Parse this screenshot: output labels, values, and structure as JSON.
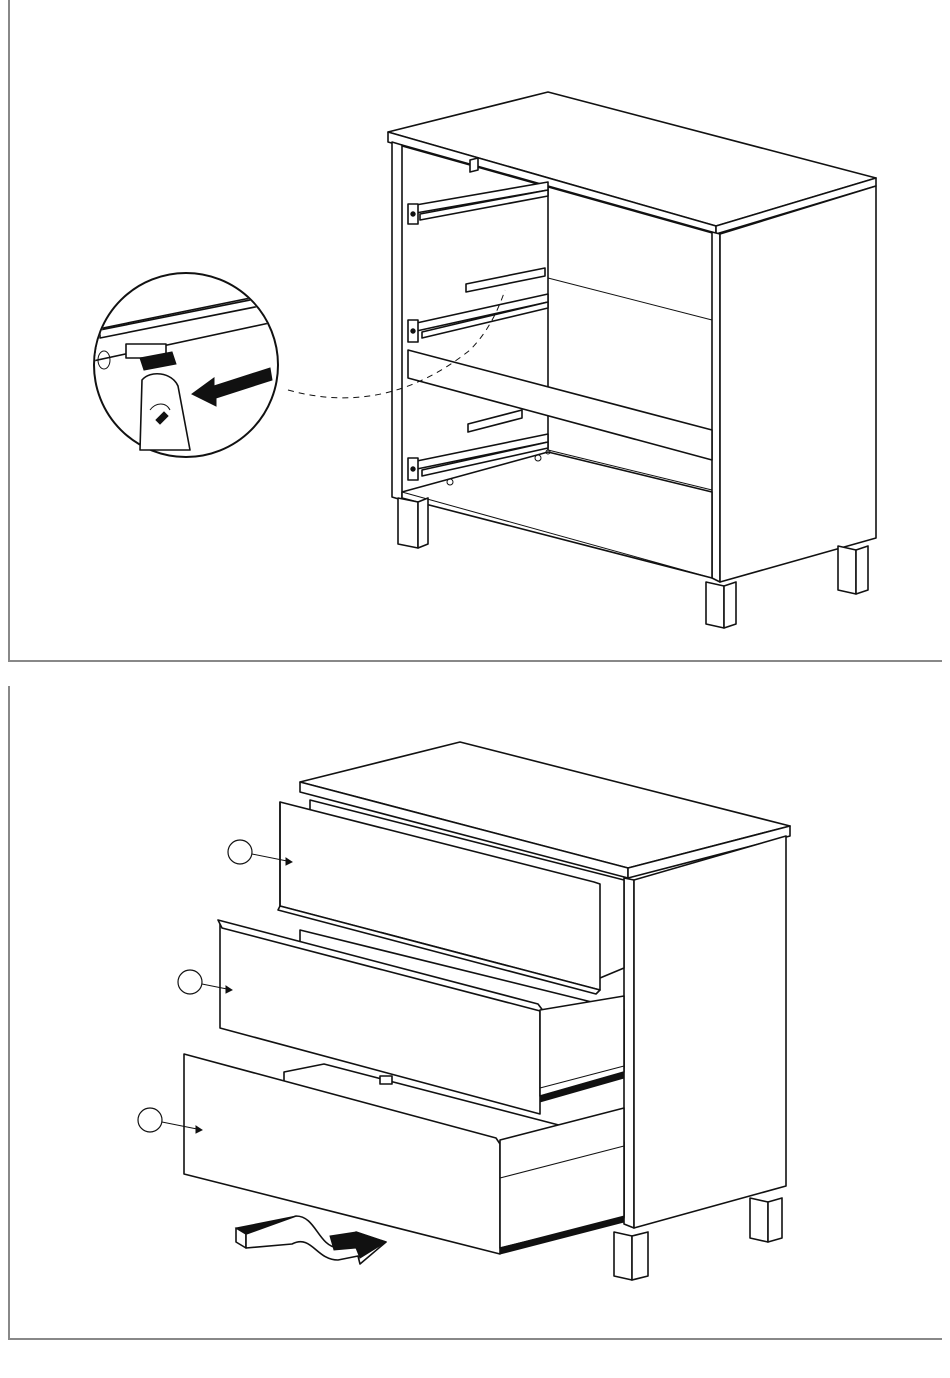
{
  "steps": [
    {
      "step_id": "remove-inner-rails",
      "detail_callout": "rail-release-lever-zoom",
      "arrow_direction": "push-left"
    },
    {
      "step_id": "insert-drawers",
      "drawer_callouts": [
        {
          "label": ""
        },
        {
          "label": ""
        },
        {
          "label": ""
        }
      ],
      "arrow_direction": "push-right"
    }
  ],
  "colors": {
    "line": "#111111",
    "frame": "#888888",
    "background": "#ffffff"
  },
  "icons": [
    "rail-release-arrow-icon",
    "push-arrow-icon",
    "finger-icon"
  ]
}
